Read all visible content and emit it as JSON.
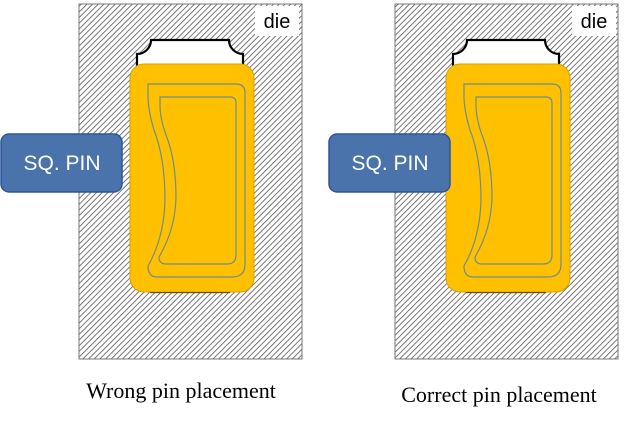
{
  "panels": [
    {
      "id": "wrong",
      "die_label": "die",
      "pin_label": "SQ. PIN",
      "caption": "Wrong pin placement"
    },
    {
      "id": "correct",
      "die_label": "die",
      "pin_label": "SQ. PIN",
      "caption": "Correct pin placement"
    }
  ],
  "colors": {
    "die_hatch": "#555555",
    "die_background": "#ffffff",
    "part_fill": "#ffc000",
    "part_stroke": "#d8a000",
    "contour": "#6b8e8f",
    "pin_fill": "#4a73ab",
    "pin_stroke": "#2f5597"
  }
}
